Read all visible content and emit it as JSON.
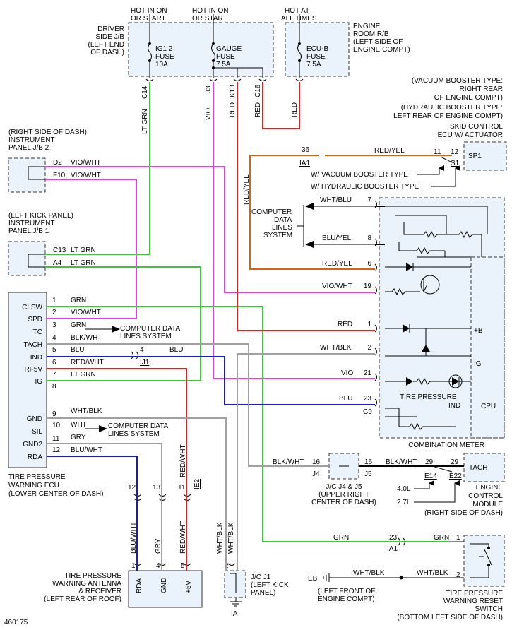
{
  "wires": {
    "pink": "#e040e0",
    "green": "#33cc33",
    "red": "#e02020",
    "blue": "#1a1acc",
    "gray": "#a0a0a0",
    "orange": "#e06010",
    "black": "#000000"
  },
  "top": {
    "hot_on_start_1": [
      "HOT IN ON",
      "OR START"
    ],
    "hot_on_start_2": [
      "HOT IN ON",
      "OR START"
    ],
    "hot_always": [
      "HOT AT",
      "ALL TIMES"
    ],
    "driver_jb": [
      "DRIVER",
      "SIDE J/B",
      "(LEFT END",
      "OF DASH)"
    ],
    "engine_rb": [
      "ENGINE",
      "ROOM R/B",
      "(LEFT SIDE OF",
      "ENGINE COMPT)"
    ],
    "ig12_fuse": [
      "IG1 2",
      "FUSE",
      "10A"
    ],
    "gauge_fuse": [
      "GAUGE",
      "FUSE",
      "7.5A"
    ],
    "ecub_fuse": [
      "ECU-B",
      "FUSE",
      "7.5A"
    ],
    "conn_c14": "C14",
    "conn_j3": "J3",
    "conn_k13": "K13",
    "conn_c16": "C16",
    "wire_lt_grn": "LT GRN",
    "wire_vio": "VIO",
    "wire_red_1": "RED",
    "wire_red_2": "RED",
    "wire_red_3": "RED"
  },
  "booster": {
    "vacuum": [
      "(VACUUM BOOSTER TYPE:",
      "RIGHT REAR",
      "OF ENGINE COMPT)"
    ],
    "hydraulic": [
      "(HYDRAULIC BOOSTER TYPE:",
      "LEFT REAR OF ENGINE COMPT)"
    ],
    "skid": [
      "SKID CONTROL",
      "ECU W/ ACTUATOR"
    ],
    "sp1": "SP1",
    "s1": "S1",
    "pin_11": "11",
    "pin_12": "12",
    "pin_36": "36",
    "ia1": "IA1",
    "wire_red_yel": "RED/YEL",
    "wire_red_yel_v": "RED/YEL",
    "w_vacuum": "W/ VACUUM BOOSTER TYPE",
    "w_hydraulic": "W/ HYDRAULIC BOOSTER TYPE"
  },
  "panel_jb2": {
    "label": [
      "(RIGHT SIDE OF DASH)",
      "INSTRUMENT",
      "PANEL J/B 2"
    ],
    "d2": "D2",
    "f10": "F10",
    "w1": "VIO/WHT",
    "w2": "VIO/WHT"
  },
  "panel_jb1": {
    "label": [
      "(LEFT KICK PANEL)",
      "INSTRUMENT",
      "PANEL J/B 1"
    ],
    "c13": "C13",
    "a4": "A4",
    "w1": "LT GRN",
    "w2": "LT GRN"
  },
  "ecu": {
    "pins": [
      "CLSW",
      "SPD",
      "TC",
      "TACH",
      "IND",
      "RF5V",
      "IG",
      "GND",
      "SIL",
      "GND2",
      "RDA"
    ],
    "pin_nums": [
      "1",
      "2",
      "3",
      "4",
      "5",
      "6",
      "7",
      "8",
      "9",
      "10",
      "11",
      "12"
    ],
    "wires": [
      "GRN",
      "VIO/WHT",
      "GRN",
      "BLK/WHT",
      "BLU",
      "RED/WHT",
      "LT GRN",
      "WHT/BLK",
      "WHT",
      "GRY",
      "BLU/WHT"
    ],
    "label": [
      "TIRE PRESSURE",
      "WARNING ECU",
      "(LOWER CENTER OF DASH)"
    ],
    "cdl_1": [
      "COMPUTER DATA",
      "LINES SYSTEM"
    ],
    "cdl_2": [
      "COMPUTER DATA",
      "LINES SYSTEM"
    ],
    "blu_pin4": "4",
    "blu_wire2": "BLU",
    "ij1": "IJ1"
  },
  "meter": {
    "cdl": [
      "COMPUTER",
      "DATA",
      "LINES",
      "SYSTEM"
    ],
    "pins": [
      "7",
      "8",
      "6",
      "19",
      "1",
      "2",
      "21",
      "23"
    ],
    "wires": [
      "WHT/BLU",
      "BLU/YEL",
      "RED/YEL",
      "VIO/WHT",
      "RED",
      "WHT/BLK",
      "VIO",
      "BLU"
    ],
    "c9": "C9",
    "plus_b": "+B",
    "ig": "IG",
    "cpu": "CPU",
    "tire_ind": [
      "TIRE PRESSURE",
      "IND"
    ],
    "label": "COMBINATION METER"
  },
  "jc": {
    "pin16a": "16",
    "pin16b": "16",
    "j4": "J4",
    "j5": "J5",
    "wire_a": "BLK/WHT",
    "wire_b": "BLK/WHT",
    "label": [
      "J/C J4 & J5",
      "(UPPER RIGHT",
      "CENTER OF DASH)"
    ]
  },
  "ecm": {
    "tach": "TACH",
    "pin29a": "29",
    "pin29b": "29",
    "e14": "E14",
    "e22": "E22",
    "l40": "4.0L",
    "l27": "2.7L",
    "label": [
      "ENGINE",
      "CONTROL",
      "MODULE",
      "(RIGHT SIDE OF DASH)"
    ]
  },
  "lower": {
    "pin12": "12",
    "pin13": "13",
    "pin11": "11",
    "ie2": "IE2",
    "w_bluwht": "BLU/WHT",
    "w_gry": "GRY",
    "w_redwht": "RED/WHT",
    "w_whtblk1": "WHT/BLK",
    "w_whtblk2": "WHT/BLK",
    "ant_pins": [
      "1",
      "4",
      "5"
    ],
    "ant_terms": [
      "RDA",
      "GND",
      "+5V"
    ],
    "ant_label": [
      "TIRE PRESSURE",
      "WARNING ANTENNA",
      "& RECEIVER",
      "(LEFT REAR OF ROOF)"
    ],
    "jcj1_pin": "2",
    "jcj1_label": [
      "J/C J1",
      "(LEFT KICK",
      "PANEL)"
    ],
    "ia": "IA",
    "grn1": "GRN",
    "grn2": "GRN",
    "pin23": "23",
    "ia1": "IA1",
    "pin1": "1",
    "pin2": "2",
    "eb": "EB",
    "eb_label": [
      "(LEFT FRONT OF",
      "ENGINE COMPT)"
    ],
    "wb1": "WHT/BLK",
    "wb2": "WHT/BLK",
    "switch_label": [
      "TIRE PRESSURE",
      "WARNING RESET",
      "SWITCH",
      "(BOTTOM LEFT SIDE OF DASH)"
    ]
  },
  "figure_id": "460175"
}
